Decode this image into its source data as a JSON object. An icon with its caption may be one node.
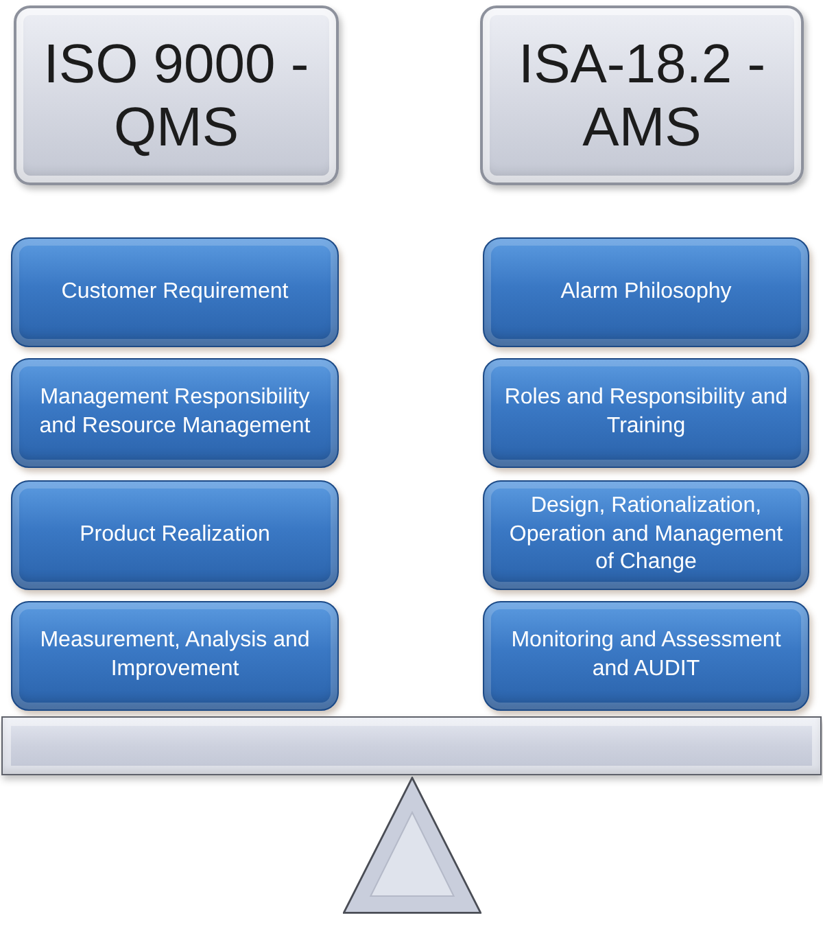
{
  "diagram": {
    "nodes": [
      {
        "text": [
          "ISO 9000 - QMS"
        ]
      },
      {
        "text": [
          "Customer Requirement"
        ]
      },
      {
        "text": [
          "Management Responsibility and Resource Management"
        ]
      },
      {
        "text": [
          "Product Realization"
        ]
      },
      {
        "text": [
          "Measurement, Analysis and Improvement"
        ]
      },
      {
        "text": [
          "ISA-18.2 - AMS"
        ]
      },
      {
        "text": [
          "Alarm Philosophy"
        ]
      },
      {
        "text": [
          "Roles and Responsibility and Training"
        ]
      },
      {
        "text": [
          "Design, Rationalization, Operation and Management of Change"
        ]
      },
      {
        "text": [
          "Monitoring and Assessment and AUDIT"
        ]
      },
      {
        "text": [],
        "shape": "bar"
      },
      {
        "text": [],
        "shape": "triangle"
      }
    ]
  }
}
